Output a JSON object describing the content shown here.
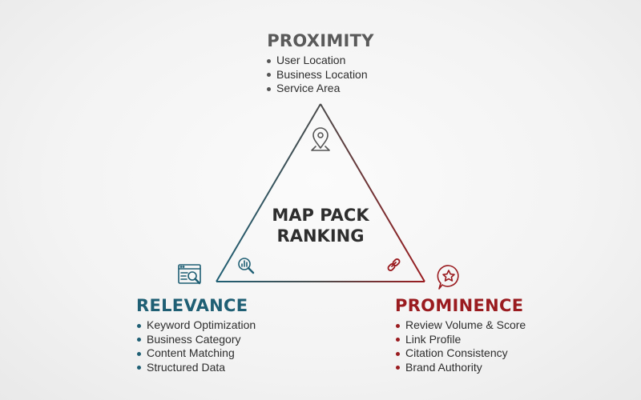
{
  "proximity": {
    "title": "PROXIMITY",
    "items": [
      "User Location",
      "Business Location",
      "Service Area"
    ]
  },
  "center": {
    "line1": "MAP PACK",
    "line2": "RANKING"
  },
  "relevance": {
    "title": "RELEVANCE",
    "items": [
      "Keyword Optimization",
      "Business Category",
      "Content Matching",
      "Structured Data"
    ]
  },
  "prominence": {
    "title": "PROMINENCE",
    "items": [
      "Review Volume & Score",
      "Link Profile",
      "Citation Consistency",
      "Brand Authority"
    ]
  },
  "colors": {
    "proximity": "#5a5a5a",
    "relevance": "#1f5f74",
    "prominence": "#9a1b1f",
    "center": "#2e2e2e"
  },
  "icons": {
    "proximity": "map-pin-icon",
    "relevance_inner": "magnifier-chart-icon",
    "relevance_outer": "browser-search-icon",
    "prominence_inner": "link-chain-icon",
    "prominence_outer": "star-badge-icon"
  }
}
